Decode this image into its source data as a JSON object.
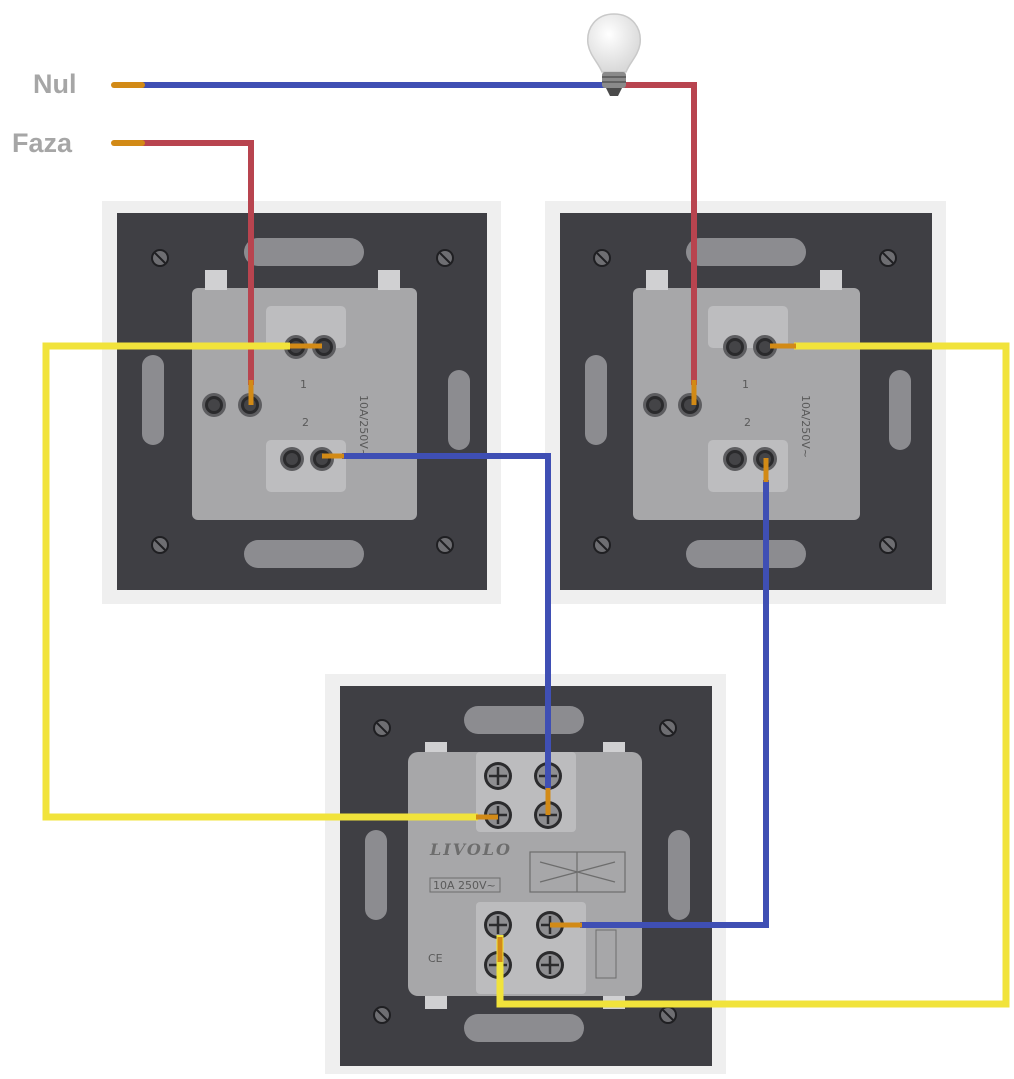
{
  "labels": {
    "neutral": "Nul",
    "phase": "Faza"
  },
  "modules": {
    "switch_left": {
      "contacts": [
        "1",
        "2"
      ],
      "rating": "10A/250V~"
    },
    "switch_right": {
      "contacts": [
        "1",
        "2"
      ],
      "rating": "10A/250V~"
    },
    "intermediate": {
      "brand": "LIVOLO",
      "rating": "10A 250V~",
      "mark": "CE"
    }
  },
  "colors": {
    "neutral_wire": "#3f4fb4",
    "phase_wire": "#b8444f",
    "traveler_wire": "#f1e33b",
    "copper": "#d28a16",
    "plate": "#3f3f44",
    "module": "#a7a7a9"
  },
  "icons": [
    "light-bulb-icon",
    "screw-icon",
    "ce-mark-icon"
  ]
}
